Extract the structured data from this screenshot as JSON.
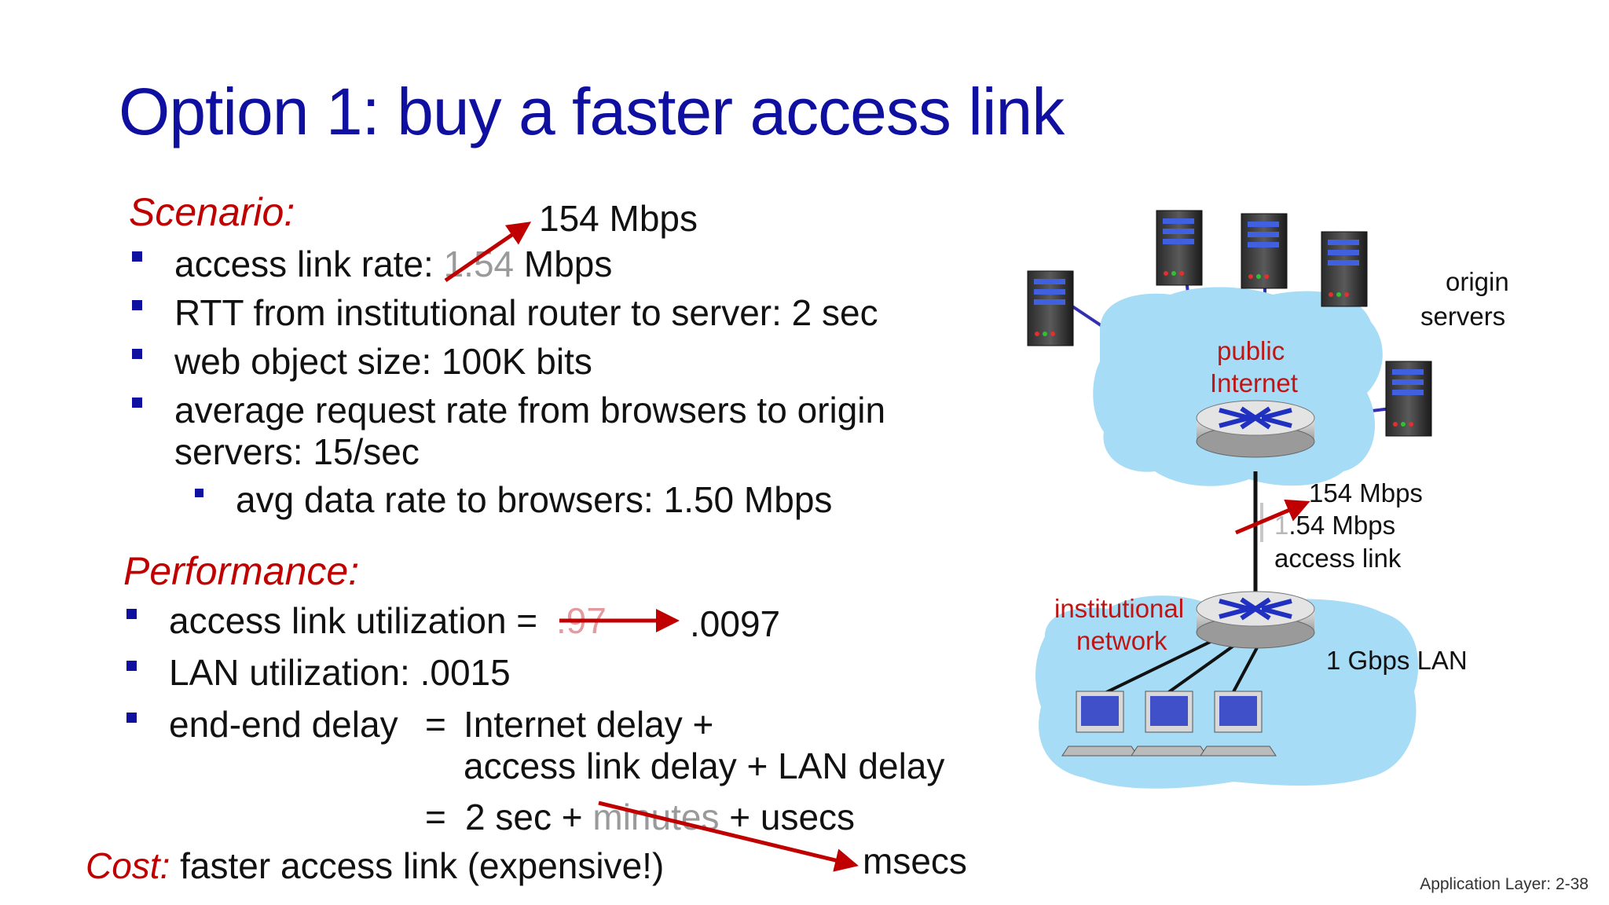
{
  "title": "Option 1: buy a faster access link",
  "scenario": {
    "heading": "Scenario:",
    "new_rate_label": "154 Mbps",
    "items": [
      {
        "label": "access link rate:",
        "old_value": "1.54",
        "unit": "Mbps"
      },
      {
        "text": "RTT from institutional router to server: 2 sec"
      },
      {
        "text": "web object size: 100K bits"
      },
      {
        "text_line1": "average request rate from browsers to origin",
        "text_line2": "servers: 15/sec"
      }
    ],
    "sub_item": "avg data rate to browsers: 1.50 Mbps"
  },
  "performance": {
    "heading": "Performance:",
    "util_label": "access link utilization =",
    "util_old": ".97",
    "util_new": ".0097",
    "lan_util": "LAN utilization: .0015",
    "delay_label": "end-end delay",
    "eq1": "=",
    "delay_line1": "Internet delay +",
    "delay_line2": "access link delay + LAN delay",
    "eq2": "=",
    "delay_part1": "2 sec +",
    "delay_old": "minutes",
    "delay_part3": "+ usecs",
    "delay_new": "msecs"
  },
  "cost": {
    "label": "Cost:",
    "text": "faster access link (expensive!)"
  },
  "diagram": {
    "origin_servers_line1": "origin",
    "origin_servers_line2": "servers",
    "public_internet_line1": "public",
    "public_internet_line2": "Internet",
    "new_link_rate": "154 Mbps",
    "old_link_rate_grey": "1",
    "old_link_rate_rest": ".54 Mbps",
    "access_link": "access link",
    "institutional_line1": "institutional",
    "institutional_line2": "network",
    "lan": "1 Gbps LAN"
  },
  "footer": "Application Layer: 2-38",
  "colors": {
    "title": "#1010a0",
    "accent_red": "#c00000",
    "cloud": "#a6dcf5",
    "bullet": "#1010a0"
  }
}
